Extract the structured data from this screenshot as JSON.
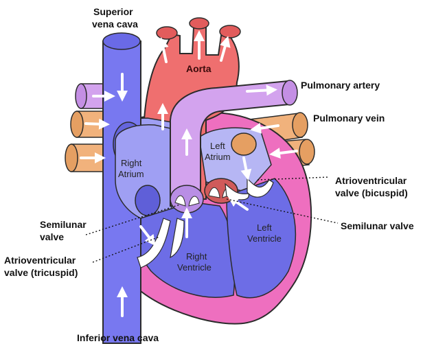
{
  "labels": {
    "superior_vena_cava_1": "Superior",
    "superior_vena_cava_2": "vena cava",
    "aorta": "Aorta",
    "pulmonary_artery": "Pulmonary artery",
    "pulmonary_vein": "Pulmonary vein",
    "right_atrium_1": "Right",
    "right_atrium_2": "Atrium",
    "left_atrium_1": "Left",
    "left_atrium_2": "Atrium",
    "av_bicuspid_1": "Atrioventricular",
    "av_bicuspid_2": "valve (bicuspid)",
    "semilunar_left_1": "Semilunar",
    "semilunar_left_2": "valve",
    "semilunar_right": "Semilunar valve",
    "left_ventricle_1": "Left",
    "left_ventricle_2": "Ventricle",
    "right_ventricle_1": "Right",
    "right_ventricle_2": "Ventricle",
    "av_tricuspid_1": "Atrioventricular",
    "av_tricuspid_2": "valve (tricuspid)",
    "inferior_vena_cava": "Inferior vena cava"
  },
  "colors": {
    "outer_wall": "#ee6fbf",
    "vena_cava": "#7878f0",
    "right_chambers": "#9f9ff3",
    "right_ventricle": "#6d6de6",
    "left_chambers": "#b6b6f4",
    "aorta": "#ef6f6f",
    "pulmonary_artery": "#d3a3ee",
    "pulmonary_vein": "#f1b27c",
    "outline": "#2b2b2b"
  }
}
